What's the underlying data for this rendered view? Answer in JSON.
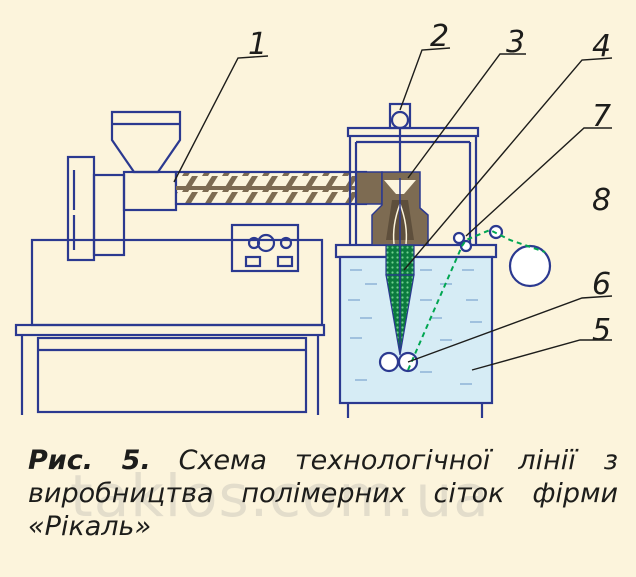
{
  "figure": {
    "callouts": [
      {
        "id": "1",
        "label": "1"
      },
      {
        "id": "2",
        "label": "2"
      },
      {
        "id": "3",
        "label": "3"
      },
      {
        "id": "4",
        "label": "4"
      },
      {
        "id": "5",
        "label": "5"
      },
      {
        "id": "6",
        "label": "6"
      },
      {
        "id": "7",
        "label": "7"
      },
      {
        "id": "8",
        "label": "8"
      }
    ],
    "caption_label": "Рис. 5.",
    "caption_text": " Схема технологічної лінії з виробництва полімерних сіток фірми «Рікаль»",
    "watermark": "taklos.com.ua",
    "colors": {
      "outline": "#2b3990",
      "water": "#d6ecf5",
      "mesh": "#00a651",
      "dark": "#7d6b52",
      "background": "#fcf4dc"
    }
  }
}
